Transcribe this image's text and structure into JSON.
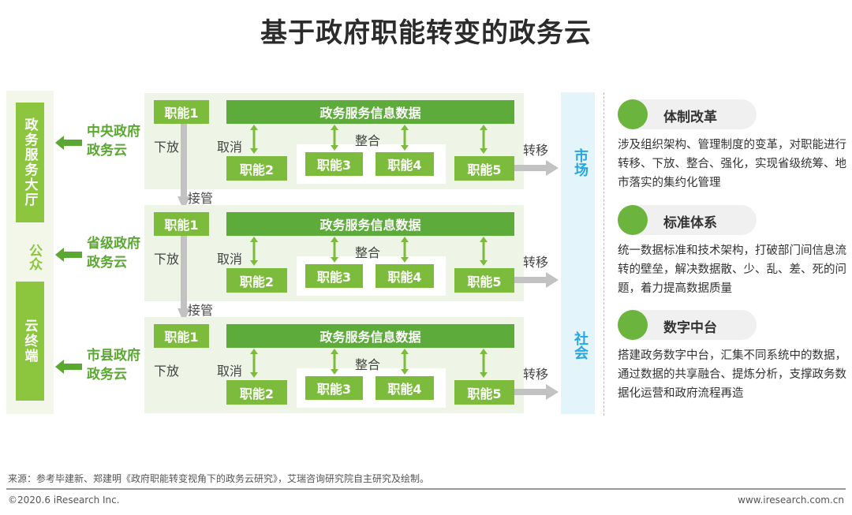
{
  "title": "基于政府职能转变的政务云",
  "left": {
    "hall": "政务服务大厅",
    "public": "公众",
    "terminal": "云终端"
  },
  "levels": [
    {
      "label1": "中央政府",
      "label2": "政务云"
    },
    {
      "label1": "省级政府",
      "label2": "政务云"
    },
    {
      "label1": "市县政府",
      "label2": "政务云"
    }
  ],
  "common": {
    "f1": "职能1",
    "data": "政务服务信息数据",
    "f2": "职能2",
    "f3": "职能3",
    "f4": "职能4",
    "f5": "职能5",
    "cancel": "取消",
    "integrate": "整合",
    "transfer": "转移",
    "delegate": "下放",
    "takeover": "接管"
  },
  "market": "市场",
  "society": "社会",
  "right": [
    {
      "title": "体制改革",
      "text": "涉及组织架构、管理制度的变革，对职能进行转移、下放、整合、强化，实现省级统筹、地市落实的集约化管理"
    },
    {
      "title": "标准体系",
      "text": "统一数据标准和技术架构，打破部门间信息流转的壁垒，解决数据散、少、乱、差、死的问题，着力提高数据质量"
    },
    {
      "title": "数字中台",
      "text": "搭建政务数字中台，汇集不同系统中的数据，通过数据的共享融合、提炼分析，支撑政务数据化运营和政府流程再造"
    }
  ],
  "footer": {
    "source": "来源：参考毕建新、郑建明《政府职能转变视角下的政务云研究》，艾瑞咨询研究院自主研究及绘制。",
    "copyright": "©2020.6 iResearch Inc.",
    "site": "www.iresearch.com.cn"
  }
}
